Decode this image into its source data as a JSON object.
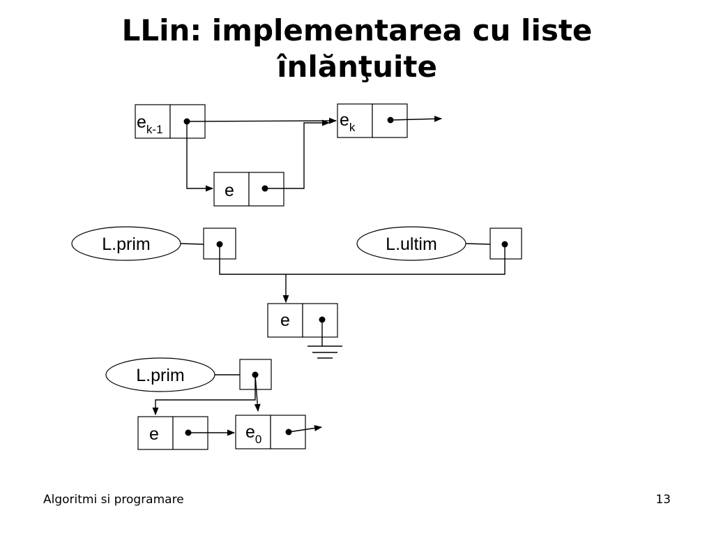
{
  "title": {
    "line1": "LLin: implementarea cu liste",
    "line2": "înlănţuite"
  },
  "diagram": {
    "top": {
      "node_prev": {
        "base": "e",
        "sub": "k-1"
      },
      "node_next": {
        "base": "e",
        "sub": "k"
      },
      "node_new": {
        "label": "e"
      }
    },
    "middle": {
      "ptr_first": "L.prim",
      "ptr_last": "L.ultim",
      "node": {
        "label": "e"
      }
    },
    "bottom": {
      "ptr_first": "L.prim",
      "node_new": {
        "label": "e"
      },
      "node_old": {
        "base": "e",
        "sub": "0"
      }
    }
  },
  "footer": {
    "left": "Algoritmi si programare",
    "page": "13"
  }
}
